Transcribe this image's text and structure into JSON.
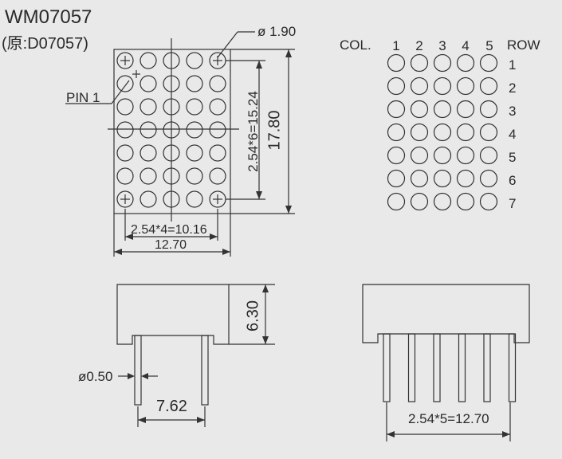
{
  "title": "WM07057",
  "subtitle": "(原:D07057)",
  "front_view": {
    "pin1_label": "PIN 1",
    "dot_diameter": "ø 1.90",
    "col_pitch_dim": "2.54*4=10.16",
    "width_dim": "12.70",
    "row_pitch_dim": "2.54*6=15.24",
    "height_dim": "17.80",
    "rows": 7,
    "cols": 5
  },
  "schematic": {
    "col_header": "COL.",
    "row_header": "ROW",
    "col_numbers": [
      "1",
      "2",
      "3",
      "4",
      "5"
    ],
    "row_numbers": [
      "1",
      "2",
      "3",
      "4",
      "5",
      "6",
      "7"
    ]
  },
  "side_view": {
    "height_dim": "6.30",
    "pin_diameter": "ø0.50",
    "pin_spacing": "7.62"
  },
  "bottom_view": {
    "pin_spacing_dim": "2.54*5=12.70",
    "pins": 6
  }
}
